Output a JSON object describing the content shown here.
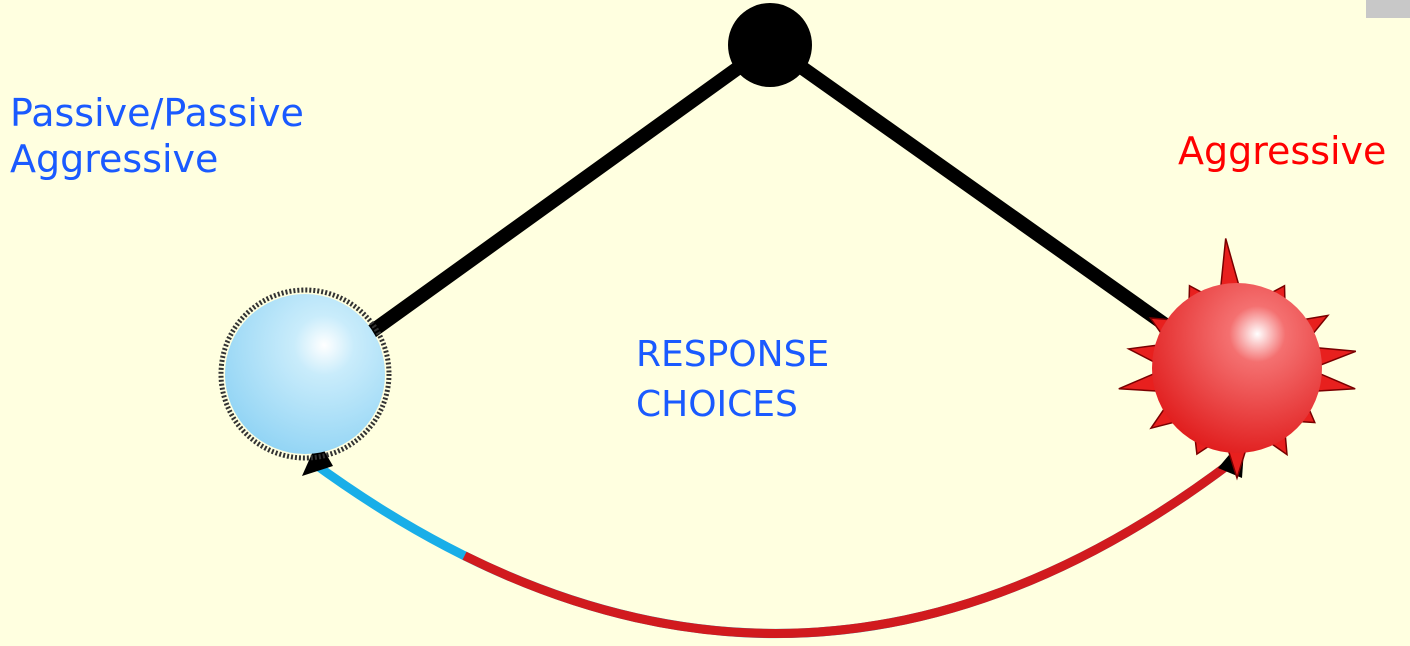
{
  "labels": {
    "left_line1": "Passive/Passive",
    "left_line2": "Aggressive",
    "right": "Aggressive",
    "center_line1": "RESPONSE",
    "center_line2": "CHOICES"
  },
  "colors": {
    "background": "#ffffe0",
    "passive_text": "#1a5aff",
    "aggressive_text": "#ff0000",
    "center_text": "#1a5aff",
    "rod": "#000000",
    "pivot": "#000000",
    "passive_ball": "#9fdcf8",
    "aggressive_ball": "#e8201e",
    "arc_blue": "#19aee8",
    "arc_red": "#d11a1e"
  },
  "icons": {
    "pivot": "pivot-dot-icon",
    "passive_ball": "fuzzy-blue-ball-icon",
    "aggressive_ball": "spiked-red-ball-icon",
    "arc_arrows": "double-headed-arc-arrow-icon"
  }
}
